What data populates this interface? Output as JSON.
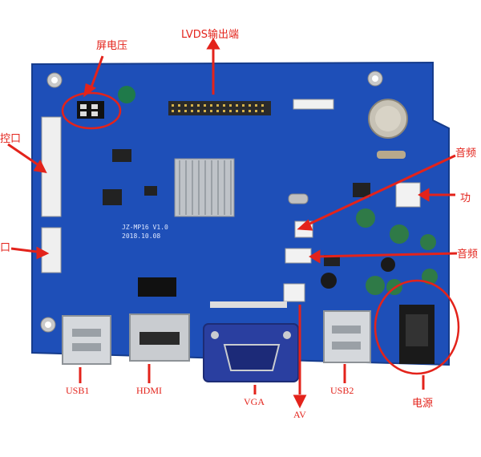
{
  "labels": {
    "screen_voltage": "屏电压",
    "lvds_output": "LVDS输出端",
    "keypad_port": "控口",
    "ir_port": "口",
    "audio_top": "音频",
    "amplifier": "功",
    "audio_right": "音频",
    "usb1": "USB1",
    "hdmi": "HDMI",
    "vga": "VGA",
    "av": "AV",
    "usb2": "USB2",
    "power": "电源"
  },
  "board_text": {
    "model": "JZ-MP16   V1.0",
    "date": "2018.10.08"
  },
  "colors": {
    "pcb": "#1e4fb8",
    "annotation": "#e3231b"
  }
}
